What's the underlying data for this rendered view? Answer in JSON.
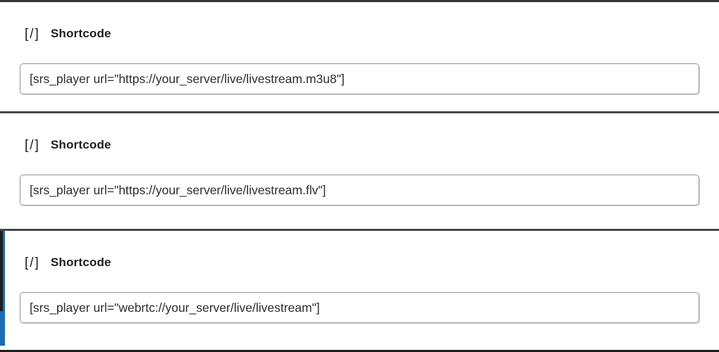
{
  "colors": {
    "selection_blue": "#1a6db4",
    "divider_dark": "#474747",
    "input_border": "#949494",
    "text_dark": "#1e1e1e"
  },
  "blocks": [
    {
      "icon_glyph": "[/]",
      "label": "Shortcode",
      "value": "[srs_player url=\"https://your_server/live/livestream.m3u8\"]",
      "selected": false
    },
    {
      "icon_glyph": "[/]",
      "label": "Shortcode",
      "value": "[srs_player url=\"https://your_server/live/livestream.flv\"]",
      "selected": false
    },
    {
      "icon_glyph": "[/]",
      "label": "Shortcode",
      "value": "[srs_player url=\"webrtc://your_server/live/livestream\"]",
      "selected": true
    }
  ]
}
